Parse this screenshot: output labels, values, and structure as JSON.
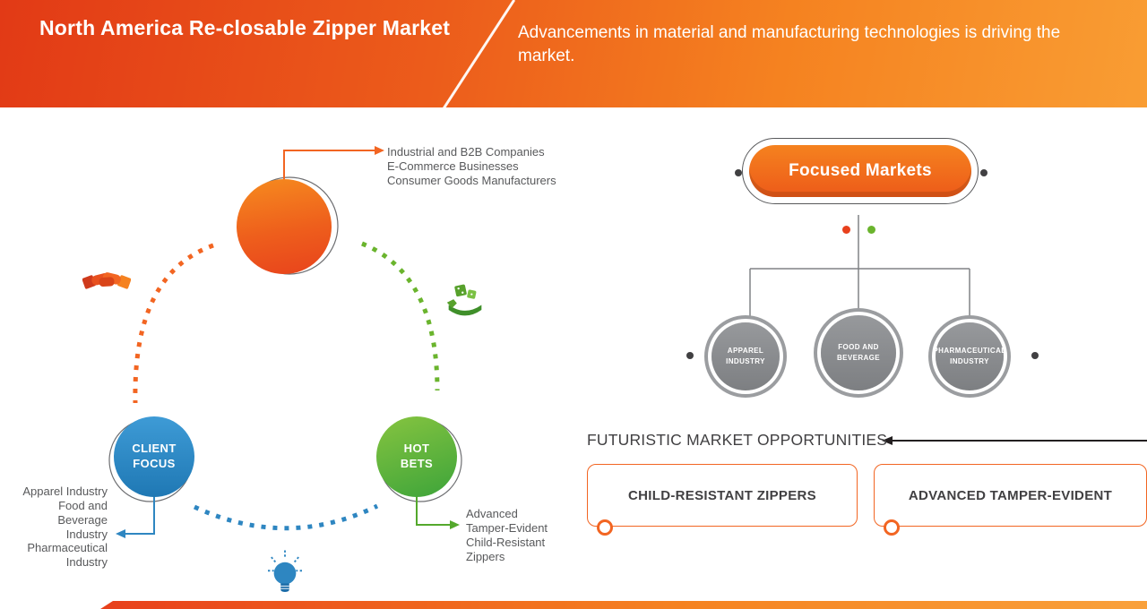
{
  "header": {
    "title": "North America Re-closable Zipper Market",
    "subtitle": "Advancements in material and manufacturing technologies is driving the market."
  },
  "strategy_wheel": {
    "top_annotation": "Industrial and B2B Companies\nE-Commerce Businesses\nConsumer Goods Manufacturers",
    "client_focus_label": "CLIENT\nFOCUS",
    "client_focus_items": "Apparel Industry\nFood and\nBeverage\nIndustry\nPharmaceutical\nIndustry",
    "hot_bets_label": "HOT\nBETS",
    "hot_bets_items": "Advanced\nTamper-Evident\nChild-Resistant\nZippers",
    "icons": [
      "handshake-icon",
      "dice-hand-icon",
      "lightbulb-icon"
    ]
  },
  "focused_markets": {
    "title": "Focused Markets",
    "segments": [
      {
        "label": "APPAREL\nINDUSTRY"
      },
      {
        "label": "FOOD AND\nBEVERAGE"
      },
      {
        "label": "PHARMACEUTICAL\nINDUSTRY"
      }
    ]
  },
  "opportunities": {
    "heading": "FUTURISTIC MARKET OPPORTUNITIES",
    "boxes": [
      {
        "label": "CHILD-RESISTANT ZIPPERS"
      },
      {
        "label": "ADVANCED TAMPER-EVIDENT"
      }
    ]
  },
  "colors": {
    "orange": "#f26522",
    "red": "#e8401c",
    "green": "#6ab42d",
    "blue": "#2e86c1",
    "gray": "#808285",
    "dark_text": "#414042"
  }
}
